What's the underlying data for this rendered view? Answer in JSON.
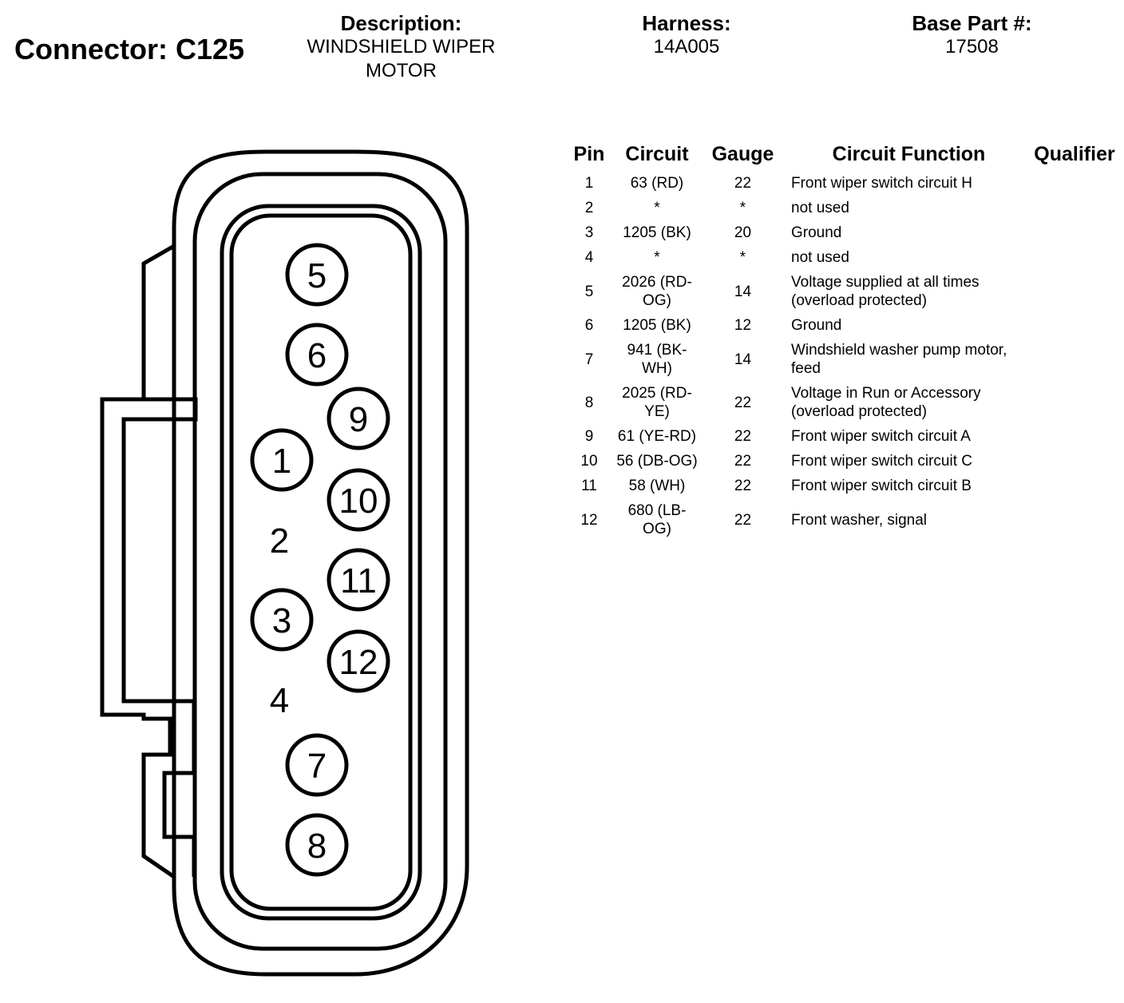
{
  "header": {
    "connector_title": "Connector: C125",
    "description_label": "Description:",
    "description_value": "WINDSHIELD WIPER\nMOTOR",
    "harness_label": "Harness:",
    "harness_value": "14A005",
    "base_part_label": "Base Part #:",
    "base_part_value": "17508"
  },
  "diagram": {
    "pins": [
      {
        "label": "5",
        "circled": true
      },
      {
        "label": "6",
        "circled": true
      },
      {
        "label": "9",
        "circled": true
      },
      {
        "label": "1",
        "circled": true
      },
      {
        "label": "10",
        "circled": true
      },
      {
        "label": "2",
        "circled": false
      },
      {
        "label": "11",
        "circled": true
      },
      {
        "label": "3",
        "circled": true
      },
      {
        "label": "12",
        "circled": true
      },
      {
        "label": "4",
        "circled": false
      },
      {
        "label": "7",
        "circled": true
      },
      {
        "label": "8",
        "circled": true
      }
    ]
  },
  "table": {
    "headers": {
      "pin": "Pin",
      "circuit": "Circuit",
      "gauge": "Gauge",
      "function": "Circuit Function",
      "qualifier": "Qualifier"
    },
    "rows": [
      {
        "pin": "1",
        "circuit": "63 (RD)",
        "gauge": "22",
        "function": "Front wiper switch circuit H",
        "qualifier": ""
      },
      {
        "pin": "2",
        "circuit": "*",
        "gauge": "*",
        "function": "not used",
        "qualifier": ""
      },
      {
        "pin": "3",
        "circuit": "1205 (BK)",
        "gauge": "20",
        "function": "Ground",
        "qualifier": ""
      },
      {
        "pin": "4",
        "circuit": "*",
        "gauge": "*",
        "function": "not used",
        "qualifier": ""
      },
      {
        "pin": "5",
        "circuit": "2026 (RD-OG)",
        "gauge": "14",
        "function": "Voltage supplied at all times (overload protected)",
        "qualifier": ""
      },
      {
        "pin": "6",
        "circuit": "1205 (BK)",
        "gauge": "12",
        "function": "Ground",
        "qualifier": ""
      },
      {
        "pin": "7",
        "circuit": "941 (BK-WH)",
        "gauge": "14",
        "function": "Windshield washer pump motor, feed",
        "qualifier": ""
      },
      {
        "pin": "8",
        "circuit": "2025 (RD-YE)",
        "gauge": "22",
        "function": "Voltage in Run or Accessory (overload protected)",
        "qualifier": ""
      },
      {
        "pin": "9",
        "circuit": "61 (YE-RD)",
        "gauge": "22",
        "function": "Front wiper switch circuit A",
        "qualifier": ""
      },
      {
        "pin": "10",
        "circuit": "56 (DB-OG)",
        "gauge": "22",
        "function": "Front wiper switch circuit C",
        "qualifier": ""
      },
      {
        "pin": "11",
        "circuit": "58 (WH)",
        "gauge": "22",
        "function": "Front wiper switch circuit B",
        "qualifier": ""
      },
      {
        "pin": "12",
        "circuit": "680 (LB-OG)",
        "gauge": "22",
        "function": "Front washer, signal",
        "qualifier": ""
      }
    ]
  }
}
